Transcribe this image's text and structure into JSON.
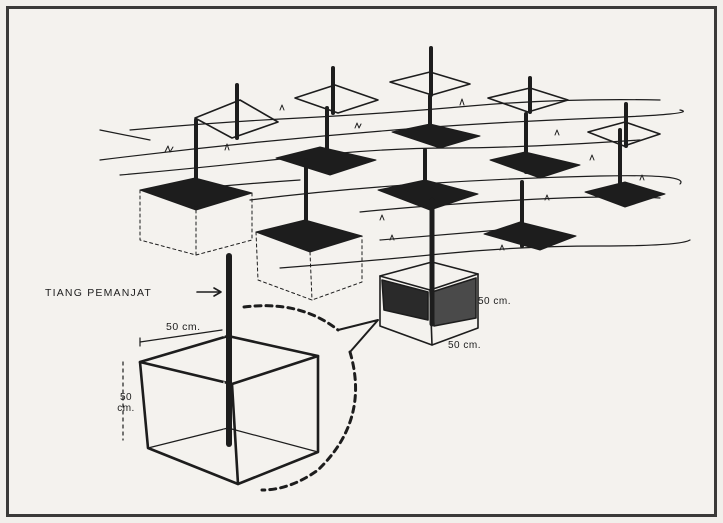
{
  "labels": {
    "tiang_pemanjat": "TIANG PEMANJAT",
    "small_pit_width": "50 cm.",
    "small_pit_depth": "50 cm.",
    "big_pit_width": "50 cm.",
    "big_pit_height": "50\ncm."
  },
  "colors": {
    "ink": "#1d1d1d",
    "paper": "#f4f2ee",
    "border": "#3a3938"
  },
  "icons": {
    "arrow": "arrow-right-icon"
  }
}
